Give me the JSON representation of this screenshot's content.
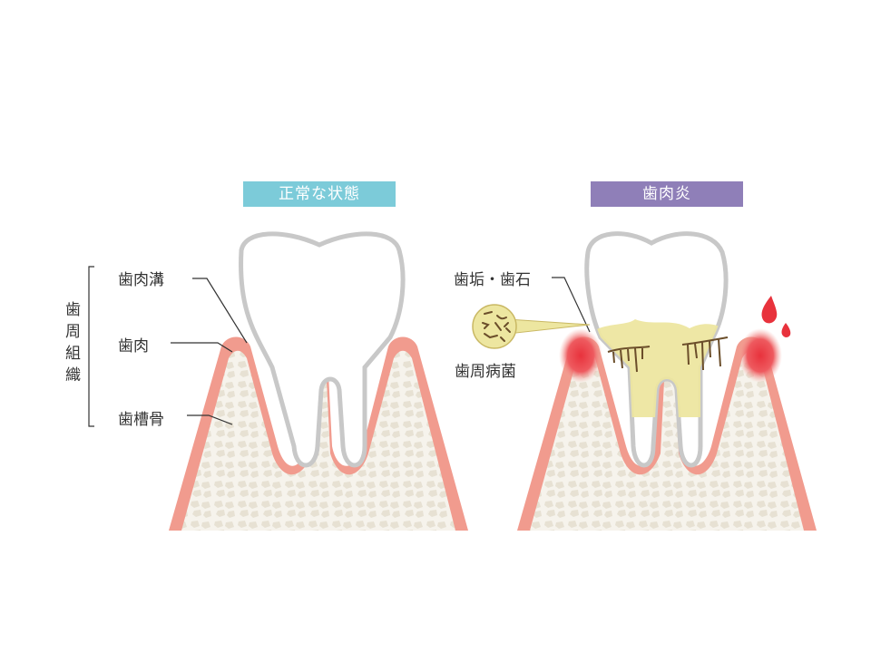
{
  "panels": {
    "normal": {
      "label": "正常な状態",
      "color": "#7ccbd9"
    },
    "disease": {
      "label": "歯肉炎",
      "color": "#8f7fb8"
    }
  },
  "annotations": {
    "group_label": "歯周組織",
    "sulcus": "歯肉溝",
    "gum": "歯肉",
    "alveolar_bone": "歯槽骨",
    "plaque_tartar": "歯垢・歯石",
    "bacteria": "歯周病菌"
  },
  "colors": {
    "gum": "#f19b8e",
    "gum_light": "#fbd9d2",
    "bone": "#f6f3ec",
    "bone_cell": "#e7e1d3",
    "tooth": "#ffffff",
    "tooth_outline": "#c8c8c8",
    "plaque": "#ede6a0",
    "tartar": "#6b4e2a",
    "inflammation": "#e8323c"
  }
}
